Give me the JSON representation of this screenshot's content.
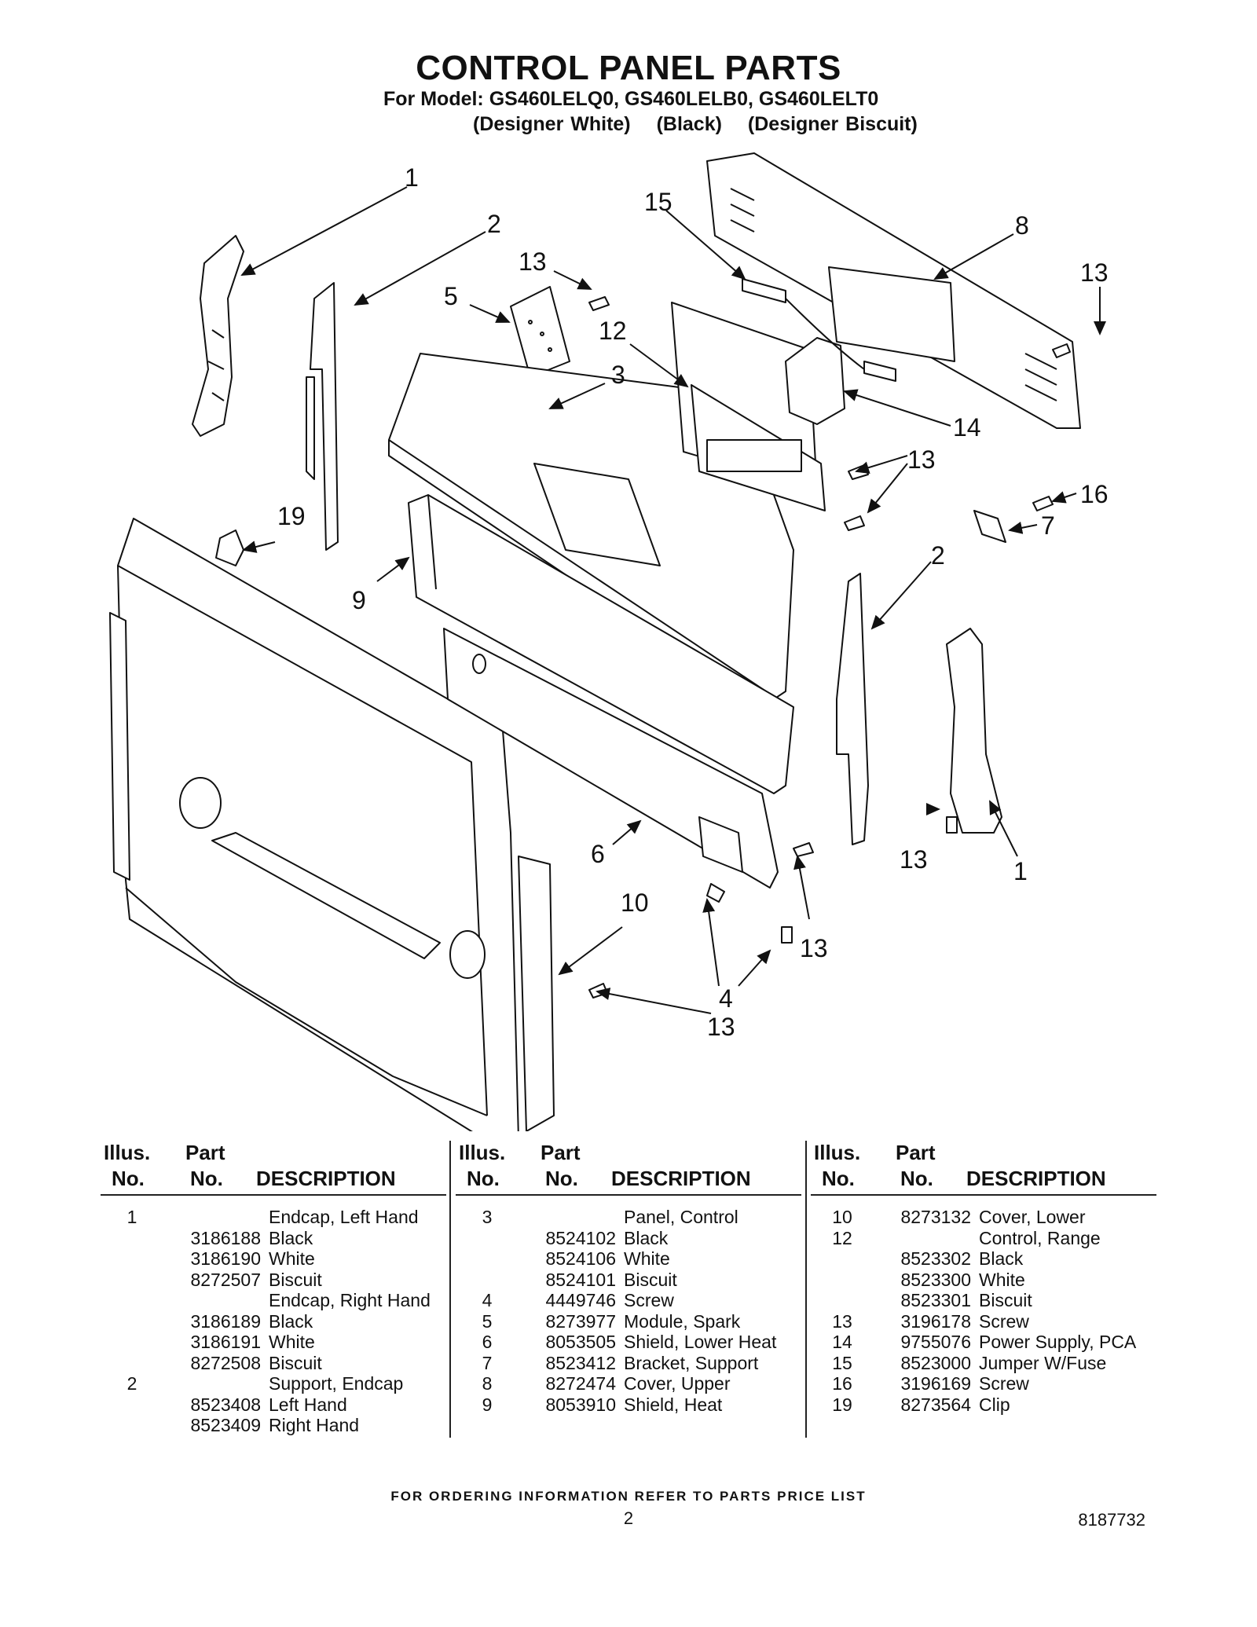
{
  "header": {
    "title": "CONTROL PANEL PARTS",
    "model_line": "For Model: GS460LELQ0, GS460LELB0, GS460LELT0",
    "colors": [
      "(Designer White)",
      "(Black)",
      "(Designer Biscuit)"
    ]
  },
  "callouts": {
    "c1a": "1",
    "c2a": "2",
    "c13a": "13",
    "c5": "5",
    "c15": "15",
    "c8": "8",
    "c13b": "13",
    "c12": "12",
    "c3": "3",
    "c14": "14",
    "c13c": "13",
    "c16": "16",
    "c7": "7",
    "c19": "19",
    "c9": "9",
    "c2b": "2",
    "c13d": "13",
    "c1b": "1",
    "c6": "6",
    "c10": "10",
    "c13e": "13",
    "c4": "4",
    "c13f": "13"
  },
  "table_headers": {
    "illus_top": "Illus.",
    "illus_bottom": "No.",
    "part_top": "Part",
    "part_bottom": "No.",
    "description": "DESCRIPTION"
  },
  "columns": [
    [
      {
        "illus": "1",
        "part": "",
        "desc": "Endcap, Left Hand"
      },
      {
        "illus": "",
        "part": "3186188",
        "desc": "Black"
      },
      {
        "illus": "",
        "part": "3186190",
        "desc": "White"
      },
      {
        "illus": "",
        "part": "8272507",
        "desc": "Biscuit"
      },
      {
        "illus": "",
        "part": "",
        "desc": "Endcap, Right Hand"
      },
      {
        "illus": "",
        "part": "3186189",
        "desc": "Black"
      },
      {
        "illus": "",
        "part": "3186191",
        "desc": "White"
      },
      {
        "illus": "",
        "part": "8272508",
        "desc": "Biscuit"
      },
      {
        "illus": "2",
        "part": "",
        "desc": "Support, Endcap"
      },
      {
        "illus": "",
        "part": "8523408",
        "desc": "Left Hand"
      },
      {
        "illus": "",
        "part": "8523409",
        "desc": "Right Hand"
      }
    ],
    [
      {
        "illus": "3",
        "part": "",
        "desc": "Panel, Control"
      },
      {
        "illus": "",
        "part": "8524102",
        "desc": "Black"
      },
      {
        "illus": "",
        "part": "8524106",
        "desc": "White"
      },
      {
        "illus": "",
        "part": "8524101",
        "desc": "Biscuit"
      },
      {
        "illus": "4",
        "part": "4449746",
        "desc": "Screw"
      },
      {
        "illus": "5",
        "part": "8273977",
        "desc": "Module, Spark"
      },
      {
        "illus": "6",
        "part": "8053505",
        "desc": "Shield, Lower Heat"
      },
      {
        "illus": "7",
        "part": "8523412",
        "desc": "Bracket, Support"
      },
      {
        "illus": "8",
        "part": "8272474",
        "desc": "Cover, Upper"
      },
      {
        "illus": "9",
        "part": "8053910",
        "desc": "Shield, Heat"
      }
    ],
    [
      {
        "illus": "10",
        "part": "8273132",
        "desc": "Cover, Lower"
      },
      {
        "illus": "12",
        "part": "",
        "desc": "Control, Range"
      },
      {
        "illus": "",
        "part": "8523302",
        "desc": "Black"
      },
      {
        "illus": "",
        "part": "8523300",
        "desc": "White"
      },
      {
        "illus": "",
        "part": "8523301",
        "desc": "Biscuit"
      },
      {
        "illus": "13",
        "part": "3196178",
        "desc": "Screw"
      },
      {
        "illus": "14",
        "part": "9755076",
        "desc": "Power Supply, PCA"
      },
      {
        "illus": "15",
        "part": "8523000",
        "desc": "Jumper W/Fuse"
      },
      {
        "illus": "16",
        "part": "3196169",
        "desc": "Screw"
      },
      {
        "illus": "19",
        "part": "8273564",
        "desc": "Clip"
      }
    ]
  ],
  "footer": {
    "ordering_note": "FOR ORDERING INFORMATION REFER TO PARTS PRICE LIST",
    "page_number": "2",
    "document_number": "8187732"
  }
}
